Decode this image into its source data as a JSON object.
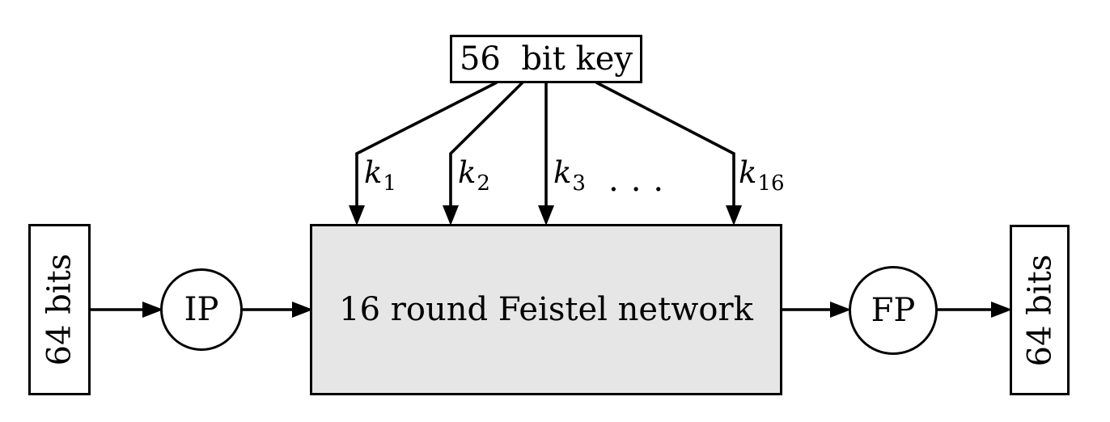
{
  "nodes": {
    "key_box": {
      "label": "56  bit key"
    },
    "input_box": {
      "label": "64 bits"
    },
    "ip_circle": {
      "label": "IP"
    },
    "feistel_box": {
      "label": "16 round Feistel network"
    },
    "fp_circle": {
      "label": "FP"
    },
    "output_box": {
      "label": "64 bits"
    }
  },
  "subkeys": [
    {
      "base": "k",
      "sub": "1"
    },
    {
      "base": "k",
      "sub": "2"
    },
    {
      "base": "k",
      "sub": "3"
    },
    {
      "base": "k",
      "sub": "16"
    }
  ],
  "ellipsis": "...",
  "colors": {
    "stroke": "#000000",
    "feistel_fill": "#e6e6e6",
    "background": "#ffffff"
  }
}
